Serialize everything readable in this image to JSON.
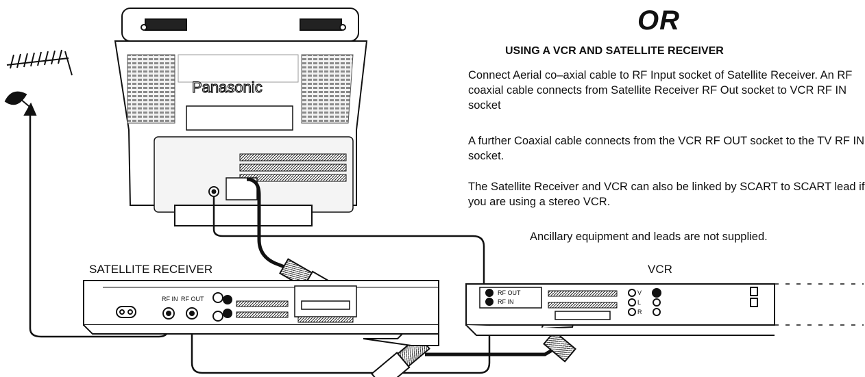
{
  "heading": "OR",
  "section_title": "USING A VCR AND SATELLITE RECEIVER",
  "paragraphs": [
    "Connect Aerial co–axial cable to RF Input socket of Satellite Receiver. An RF coaxial cable connects from Satellite Receiver RF Out socket to VCR RF IN socket",
    "A further Coaxial cable connects from the VCR RF OUT socket to the TV RF IN socket.",
    "The Satellite Receiver and VCR can also be linked by SCART to SCART lead if you are using a stereo VCR."
  ],
  "note": "Ancillary equipment and leads are not supplied.",
  "tv": {
    "brand": "Panasonic"
  },
  "satellite_receiver": {
    "label": "SATELLITE RECEIVER",
    "rf_in_label": "RF IN",
    "rf_out_label": "RF OUT"
  },
  "vcr": {
    "label": "VCR",
    "rf_out_label": "RF OUT",
    "rf_in_label": "RF IN",
    "av_labels": [
      "V",
      "L",
      "R"
    ]
  },
  "colors": {
    "ink": "#111111",
    "panel": "#e6e6e6",
    "grille": "#777777"
  }
}
